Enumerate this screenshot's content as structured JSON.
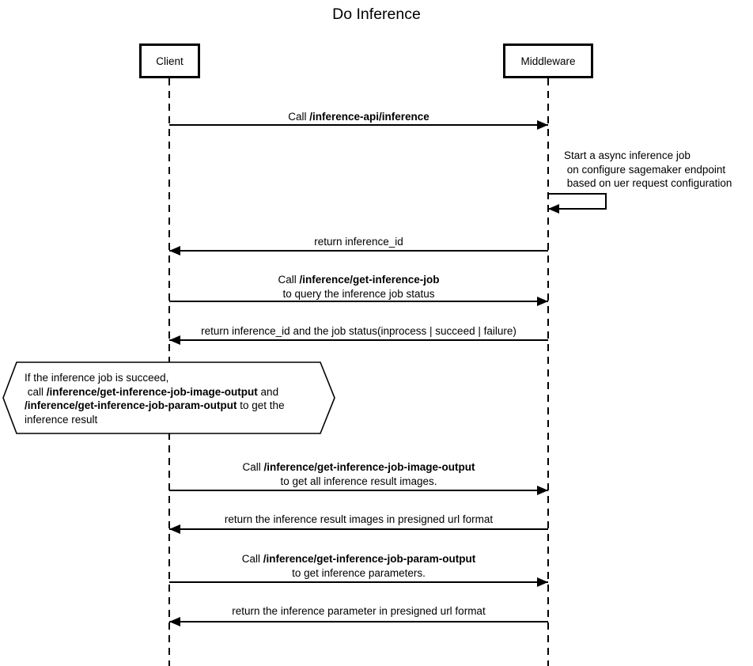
{
  "diagram": {
    "type": "sequence-diagram",
    "title": "Do Inference",
    "participants": {
      "client": "Client",
      "middleware": "Middleware"
    },
    "messages": {
      "m1": {
        "prefix": "Call ",
        "endpoint": "/inference-api/inference",
        "direction": "client-to-middleware"
      },
      "self1": {
        "l1": "Start a async inference job",
        "l2": " on configure sagemaker endpoint",
        "l3": " based on uer request configuration",
        "direction": "middleware-self"
      },
      "m2": {
        "l1": "return inference_id",
        "direction": "middleware-to-client"
      },
      "m3": {
        "prefix": "Call ",
        "endpoint": "/inference/get-inference-job",
        "l2": "to query the inference job status",
        "direction": "client-to-middleware"
      },
      "m4": {
        "l1": "return inference_id and the job status(inprocess | succeed | failure)",
        "direction": "middleware-to-client"
      },
      "m5": {
        "prefix": "Call ",
        "endpoint": "/inference/get-inference-job-image-output",
        "l2": "to get all inference result images.",
        "direction": "client-to-middleware"
      },
      "m6": {
        "l1": "return the inference result images in presigned url format",
        "direction": "middleware-to-client"
      },
      "m7": {
        "prefix": "Call ",
        "endpoint": "/inference/get-inference-job-param-output",
        "l2": "to get inference parameters.",
        "direction": "client-to-middleware"
      },
      "m8": {
        "l1": "return the inference parameter in presigned url format",
        "direction": "middleware-to-client"
      }
    },
    "note": {
      "l1": "If the inference job is succeed,",
      "l2a": " call ",
      "l2b": "/inference/get-inference-job-image-output",
      "l2c": " and",
      "l3a": "/inference/get-inference-job-param-output",
      "l3b": " to get the",
      "l4": "inference result"
    },
    "colors": {
      "stroke": "#000000",
      "background": "#ffffff",
      "text": "#000000"
    }
  }
}
